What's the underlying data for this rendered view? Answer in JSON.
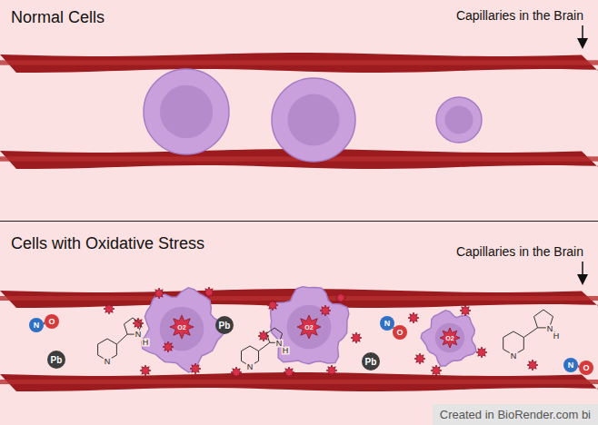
{
  "diagram": {
    "nodes": [
      {
        "text": [
          "Normal Cells",
          "Capillaries in the Brain"
        ]
      },
      {
        "text": [
          "Cells with Oxidative Stress",
          "Capillaries in the Brain"
        ]
      },
      {
        "text": [
          "N"
        ],
        "in": 1
      },
      {
        "text": [
          "O"
        ],
        "in": 1
      },
      {
        "text": [
          "Pb"
        ],
        "in": 1
      },
      {
        "text": [
          "Pb"
        ],
        "in": 1
      },
      {
        "text": [
          "Pb"
        ],
        "in": 1
      },
      {
        "text": [
          "N"
        ],
        "in": 1
      },
      {
        "text": [
          "O"
        ],
        "in": 1
      },
      {
        "text": [
          "N"
        ],
        "in": 1
      },
      {
        "text": [
          "O"
        ],
        "in": 1
      }
    ],
    "edges": [
      {
        "from": 2,
        "to": 3,
        "arrow": "none"
      },
      {
        "from": 7,
        "to": 8,
        "arrow": "none"
      },
      {
        "from": 9,
        "to": 10,
        "arrow": "none"
      }
    ],
    "labels": [
      "N",
      "N",
      "H",
      "N",
      "N",
      "H",
      "N",
      "N",
      "H",
      "O2",
      "O2",
      "O2",
      "Created in BioRender.com bi"
    ]
  }
}
